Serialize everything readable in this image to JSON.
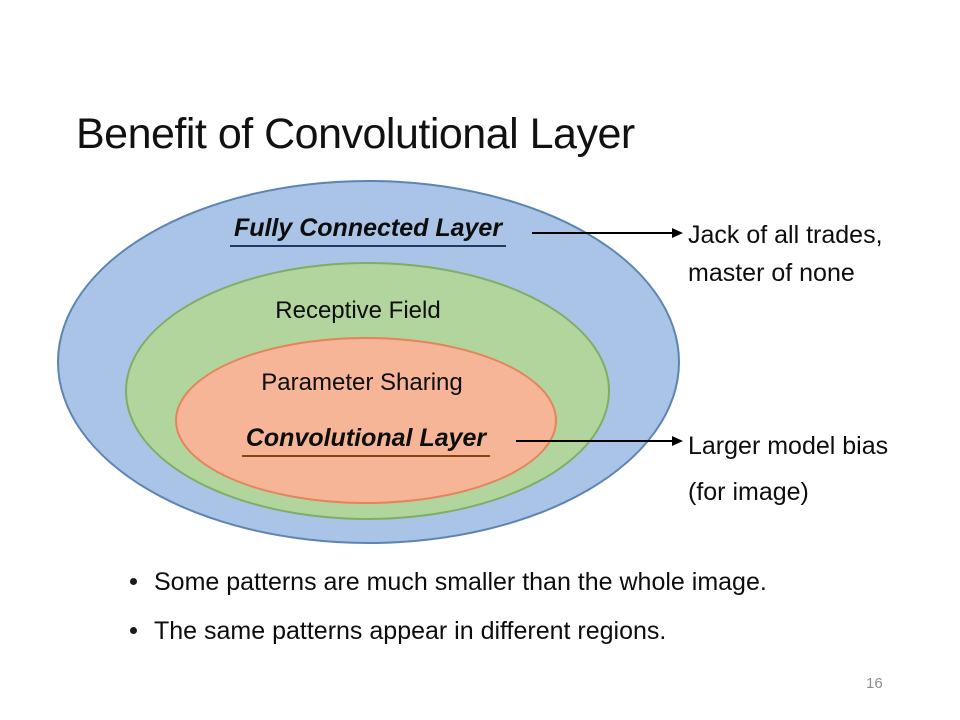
{
  "slide": {
    "title": "Benefit of Convolutional Layer",
    "page_number": "16"
  },
  "diagram": {
    "outer_ellipse": {
      "label": "Fully Connected Layer",
      "fill": "#a9c4e6",
      "border": "#5c84b4",
      "underline_color": "#1f3864"
    },
    "middle_ellipse": {
      "label": "Receptive Field",
      "fill": "#b2d49d",
      "border": "#7fae63"
    },
    "inner_ellipse": {
      "label_secondary": "Parameter Sharing",
      "label": "Convolutional Layer",
      "fill": "#f5b596",
      "border": "#e5835a",
      "underline_color": "#8a4413"
    },
    "arrow_color": "#000000",
    "annotations": [
      {
        "line1": "Jack of all trades,",
        "line2": "master of none"
      },
      {
        "line1": "Larger model bias",
        "line2": "(for image)"
      }
    ]
  },
  "bullets": [
    "Some patterns are much smaller than the whole image.",
    "The same patterns appear in different regions."
  ]
}
